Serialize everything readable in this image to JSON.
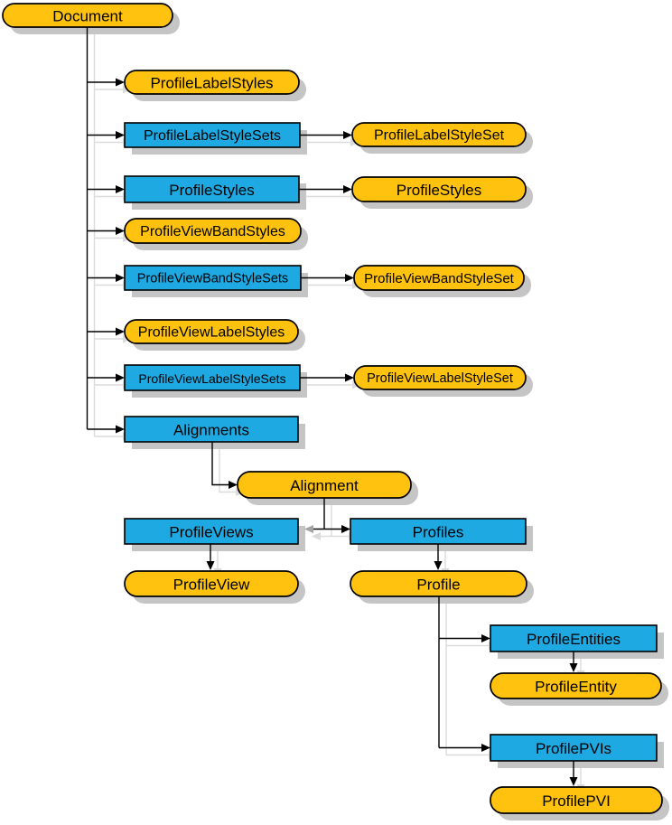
{
  "diagram": {
    "colors": {
      "item_fill": "#FFC20E",
      "collection_fill": "#1FA9E2",
      "border": "#000000",
      "text": "#000000",
      "box_shadow": "#C5C5C5",
      "connector_shadow": "#DBDBDB",
      "arrow_gray": "#A3A3A3"
    },
    "legend": {
      "object_shape": "rounded-pill",
      "collection_shape": "rectangle"
    },
    "nodes": [
      {
        "id": "document",
        "label": "Document",
        "kind": "object"
      },
      {
        "id": "profile-label-styles",
        "label": "ProfileLabelStyles",
        "kind": "object"
      },
      {
        "id": "profile-label-style-sets",
        "label": "ProfileLabelStyleSets",
        "kind": "collection"
      },
      {
        "id": "profile-label-style-set",
        "label": "ProfileLabelStyleSet",
        "kind": "object"
      },
      {
        "id": "profile-styles-collection",
        "label": "ProfileStyles",
        "kind": "collection"
      },
      {
        "id": "profile-styles-item",
        "label": "ProfileStyles",
        "kind": "object"
      },
      {
        "id": "profile-view-band-styles",
        "label": "ProfileViewBandStyles",
        "kind": "object"
      },
      {
        "id": "profile-view-band-style-sets",
        "label": "ProfileViewBandStyleSets",
        "kind": "collection"
      },
      {
        "id": "profile-view-band-style-set",
        "label": "ProfileViewBandStyleSet",
        "kind": "object"
      },
      {
        "id": "profile-view-label-styles",
        "label": "ProfileViewLabelStyles",
        "kind": "object"
      },
      {
        "id": "profile-view-label-style-sets",
        "label": "ProfileViewLabelStyleSets",
        "kind": "collection"
      },
      {
        "id": "profile-view-label-style-set",
        "label": "ProfileViewLabelStyleSet",
        "kind": "object"
      },
      {
        "id": "alignments",
        "label": "Alignments",
        "kind": "collection"
      },
      {
        "id": "alignment",
        "label": "Alignment",
        "kind": "object"
      },
      {
        "id": "profile-views",
        "label": "ProfileViews",
        "kind": "collection"
      },
      {
        "id": "profiles",
        "label": "Profiles",
        "kind": "collection"
      },
      {
        "id": "profile-view",
        "label": "ProfileView",
        "kind": "object"
      },
      {
        "id": "profile",
        "label": "Profile",
        "kind": "object"
      },
      {
        "id": "profile-entities",
        "label": "ProfileEntities",
        "kind": "collection"
      },
      {
        "id": "profile-entity",
        "label": "ProfileEntity",
        "kind": "object"
      },
      {
        "id": "profile-pvis",
        "label": "ProfilePVIs",
        "kind": "collection"
      },
      {
        "id": "profile-pvi",
        "label": "ProfilePVI",
        "kind": "object"
      }
    ],
    "edges": [
      {
        "from": "document",
        "to": "profile-label-styles"
      },
      {
        "from": "document",
        "to": "profile-label-style-sets"
      },
      {
        "from": "document",
        "to": "profile-styles-collection"
      },
      {
        "from": "document",
        "to": "profile-view-band-styles"
      },
      {
        "from": "document",
        "to": "profile-view-band-style-sets"
      },
      {
        "from": "document",
        "to": "profile-view-label-styles"
      },
      {
        "from": "document",
        "to": "profile-view-label-style-sets"
      },
      {
        "from": "document",
        "to": "alignments"
      },
      {
        "from": "profile-label-style-sets",
        "to": "profile-label-style-set"
      },
      {
        "from": "profile-styles-collection",
        "to": "profile-styles-item"
      },
      {
        "from": "profile-view-band-style-sets",
        "to": "profile-view-band-style-set"
      },
      {
        "from": "profile-view-label-style-sets",
        "to": "profile-view-label-style-set"
      },
      {
        "from": "alignments",
        "to": "alignment"
      },
      {
        "from": "alignment",
        "to": "profile-views"
      },
      {
        "from": "alignment",
        "to": "profiles"
      },
      {
        "from": "profile-views",
        "to": "profile-view"
      },
      {
        "from": "profiles",
        "to": "profile"
      },
      {
        "from": "profile",
        "to": "profile-entities"
      },
      {
        "from": "profile",
        "to": "profile-pvis"
      },
      {
        "from": "profile-entities",
        "to": "profile-entity"
      },
      {
        "from": "profile-pvis",
        "to": "profile-pvi"
      }
    ]
  }
}
